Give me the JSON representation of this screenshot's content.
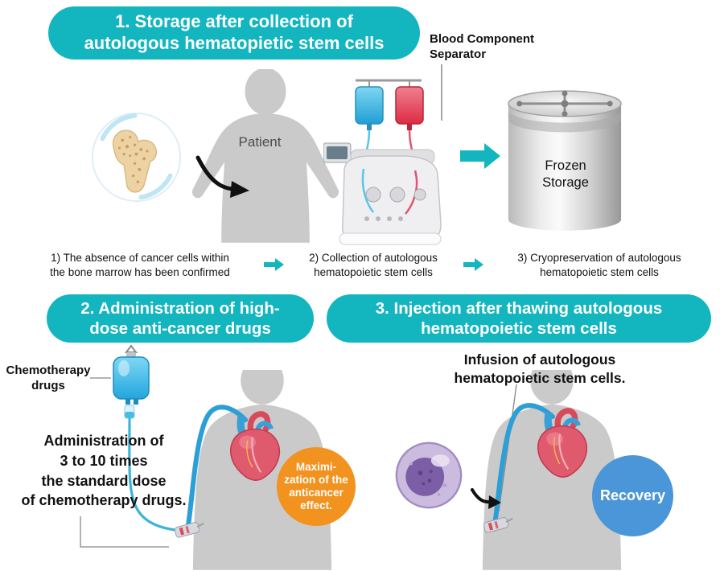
{
  "colors": {
    "teal": "#13b5bf",
    "orange": "#f2921f",
    "blue": "#4a96d8",
    "silhouette": "#cacaca"
  },
  "section1": {
    "banner": "1.  Storage after collection of\nautologous hematopietic stem cells",
    "separator_label": "Blood Component\nSeparator",
    "patient_label": "Patient",
    "frozen_label": "Frozen\nStorage",
    "steps": [
      "1) The absence of cancer cells within\nthe bone marrow has been confirmed",
      "2) Collection of autologous\nhematopoietic stem cells",
      "3) Cryopreservation of autologous\nhematopoietic stem cells"
    ]
  },
  "section2": {
    "banner": "2. Administration of high-\ndose anti-cancer drugs",
    "chemo_label": "Chemotherapy\ndrugs",
    "dose_text": "Administration of\n3 to 10 times\nthe standard dose\nof chemotherapy drugs.",
    "effect_badge": "Maximi-\nzation of the\nanticancer\neffect."
  },
  "section3": {
    "banner": "3. Injection after thawing autologous\nhematopoietic stem cells",
    "infusion_text": "Infusion of autologous\nhematopoietic stem cells.",
    "recovery_badge": "Recovery"
  }
}
